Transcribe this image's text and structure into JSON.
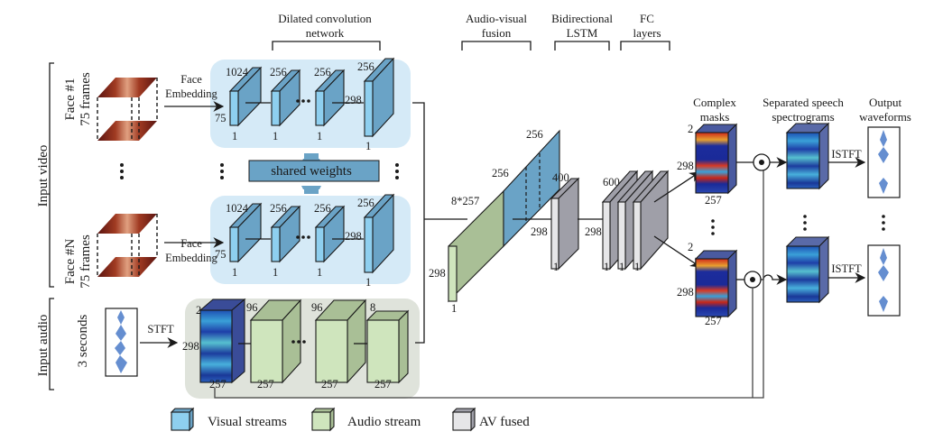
{
  "headers": {
    "dilated": [
      "Dilated convolution",
      "network"
    ],
    "fusion": [
      "Audio-visual",
      "fusion"
    ],
    "lstm": [
      "Bidirectional",
      "LSTM"
    ],
    "fc": [
      "FC",
      "layers"
    ],
    "masks": [
      "Complex",
      "masks"
    ],
    "separated": [
      "Separated speech",
      "spectrograms"
    ],
    "output": [
      "Output",
      "waveforms"
    ]
  },
  "side_labels": {
    "input_video": "Input video",
    "input_audio": "Input audio",
    "face1": [
      "Face #1",
      "75 frames"
    ],
    "faceN": [
      "Face #N",
      "75 frames"
    ],
    "audio_len": "3 seconds"
  },
  "ops": {
    "face_embedding": [
      "Face",
      "Embedding"
    ],
    "stft": "STFT",
    "istft": "ISTFT",
    "shared_weights": "shared weights"
  },
  "visual_stream": {
    "layer_channels": [
      "1024",
      "256",
      "256",
      "256"
    ],
    "input_height": "75",
    "output_height": "298",
    "width": "1"
  },
  "audio_stream": {
    "input_channels": "2",
    "input_height": "298",
    "layer_channels": [
      "96",
      "96",
      "8"
    ],
    "width": "257"
  },
  "fusion": {
    "audio_dim": "8*257",
    "visual_dims": [
      "256",
      "256"
    ],
    "height": "298",
    "width": "1"
  },
  "lstm": {
    "units": "400",
    "height": "298",
    "width": "1"
  },
  "fc": {
    "units": "600",
    "height": "298",
    "width": "1"
  },
  "masks": {
    "channels": "2",
    "height": "298",
    "width": "257"
  },
  "legend": [
    {
      "label": "Visual streams",
      "color": "#8ecfef"
    },
    {
      "label": "Audio stream",
      "color": "#cfe5bd"
    },
    {
      "label": "AV fused",
      "color": "#e6e6e8"
    }
  ],
  "colors": {
    "visual_front": "#8ecfef",
    "visual_side": "#6aa3c6",
    "visual_panel": "#d5eaf7",
    "audio_front": "#cfe5bd",
    "audio_side": "#a9bf96",
    "audio_panel": "#dfe3db",
    "fused_front": "#e6e6e8",
    "fused_side": "#9f9fa8",
    "shared_weights": "#6aa3c6"
  }
}
